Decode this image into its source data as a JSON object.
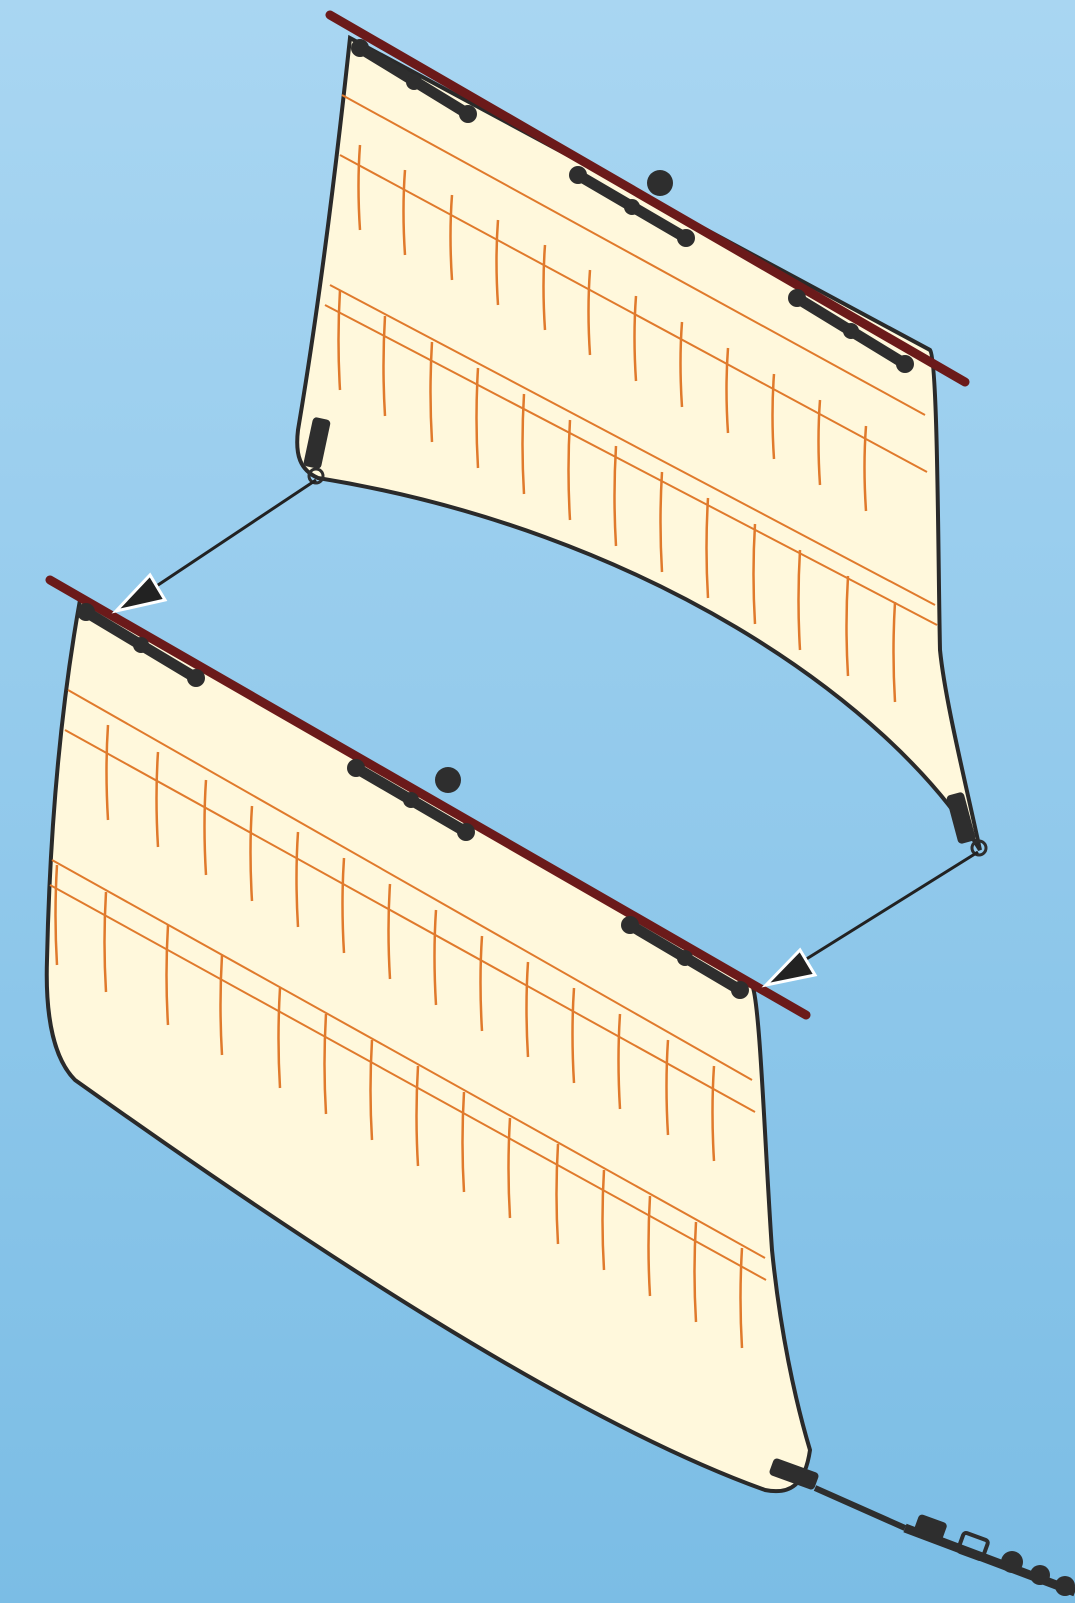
{
  "colors": {
    "background_top": "#a9d6f2",
    "background_bottom": "#7bbde5",
    "sail_fill": "#fff8dc",
    "sail_outline": "#2a2a2a",
    "sail_seam": "#e07a2c",
    "yard": "#6b1a1a",
    "fitting": "#2e2e2e",
    "arrow_line": "#222222"
  },
  "diagram": {
    "sails": [
      {
        "name": "upper-sail"
      },
      {
        "name": "lower-sail"
      }
    ],
    "arrows": [
      {
        "name": "arrow-upper-left-to-lower-top"
      },
      {
        "name": "arrow-upper-right-to-lower-right"
      }
    ],
    "icons": [
      "yard-icon",
      "clew-fitting-icon",
      "rope-fitting-icon"
    ]
  }
}
